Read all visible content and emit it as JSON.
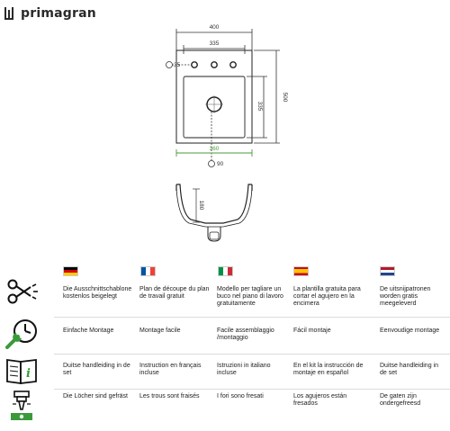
{
  "brand": {
    "name": "primagran",
    "logo_icon": "brand-mark-icon"
  },
  "dimensions": {
    "outer_width": "400",
    "inner_width": "335",
    "bowl_width": "360",
    "outer_depth": "500",
    "inner_depth": "335",
    "tap_hole": "35",
    "drain": "90",
    "bowl_height": "180"
  },
  "languages": [
    {
      "code": "de",
      "flag_colors": [
        "#000000",
        "#dd0000",
        "#ffce00"
      ]
    },
    {
      "code": "fr",
      "flag_colors": [
        "#0055a4",
        "#ffffff",
        "#ef4135"
      ]
    },
    {
      "code": "it",
      "flag_colors": [
        "#009246",
        "#ffffff",
        "#ce2b37"
      ]
    },
    {
      "code": "es",
      "flag_colors": [
        "#c60b1e",
        "#ffc400",
        "#c60b1e"
      ]
    },
    {
      "code": "nl",
      "flag_colors": [
        "#ae1c28",
        "#ffffff",
        "#21468b"
      ]
    }
  ],
  "rows": [
    {
      "icon": "scissors-template-icon",
      "texts": [
        "Die Ausschnittschablone kostenlos beigelegt",
        "Plan de découpe du plan de travail gratuit",
        "Modello per tagliare un buco nel piano di lavoro gratuitamente",
        "La plantilla gratuita para cortar el agujero en la encimera",
        "De uitsnijpatronen worden gratis meegeleverd"
      ]
    },
    {
      "icon": "wrench-clock-icon",
      "texts": [
        "Einfache Montage",
        "Montage facile",
        "Facile assemblaggio /montaggio",
        "Fácil montaje",
        "Eenvoudige montage"
      ]
    },
    {
      "icon": "manual-book-icon",
      "texts": [
        "Duitse handleiding in de set",
        "Instruction en français incluse",
        "Istruzioni in italiano incluse",
        "En el kit la instrucción de montaje en español",
        "Duitse handleiding in de set"
      ]
    },
    {
      "icon": "drill-holes-icon",
      "texts": [
        "Die Löcher sind gefräst",
        "Les trous sont fraisés",
        "I fori sono fresati",
        "Los agujeros están fresados",
        "De gaten zijn ondergefreesd"
      ]
    }
  ]
}
